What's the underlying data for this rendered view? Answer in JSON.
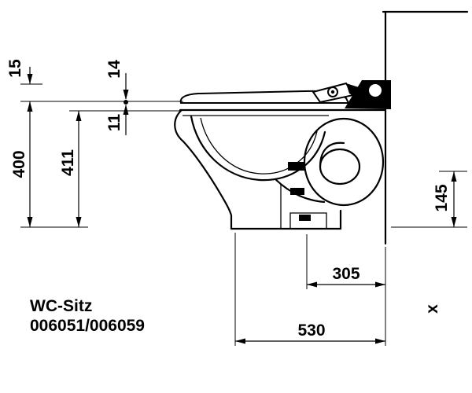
{
  "page": {
    "background": "#ffffff",
    "line_color": "#000000"
  },
  "drawing": {
    "type": "technical-dimension-drawing",
    "subject": "wall-outlet toilet side section",
    "labels": {
      "line1": "WC-Sitz",
      "line2": "006051/006059"
    },
    "dims": {
      "v15": "15",
      "v14": "14",
      "v11": "11",
      "v400": "400",
      "v411": "411",
      "v145": "145",
      "v305": "305",
      "v530": "530",
      "variable_mark": "x"
    }
  }
}
